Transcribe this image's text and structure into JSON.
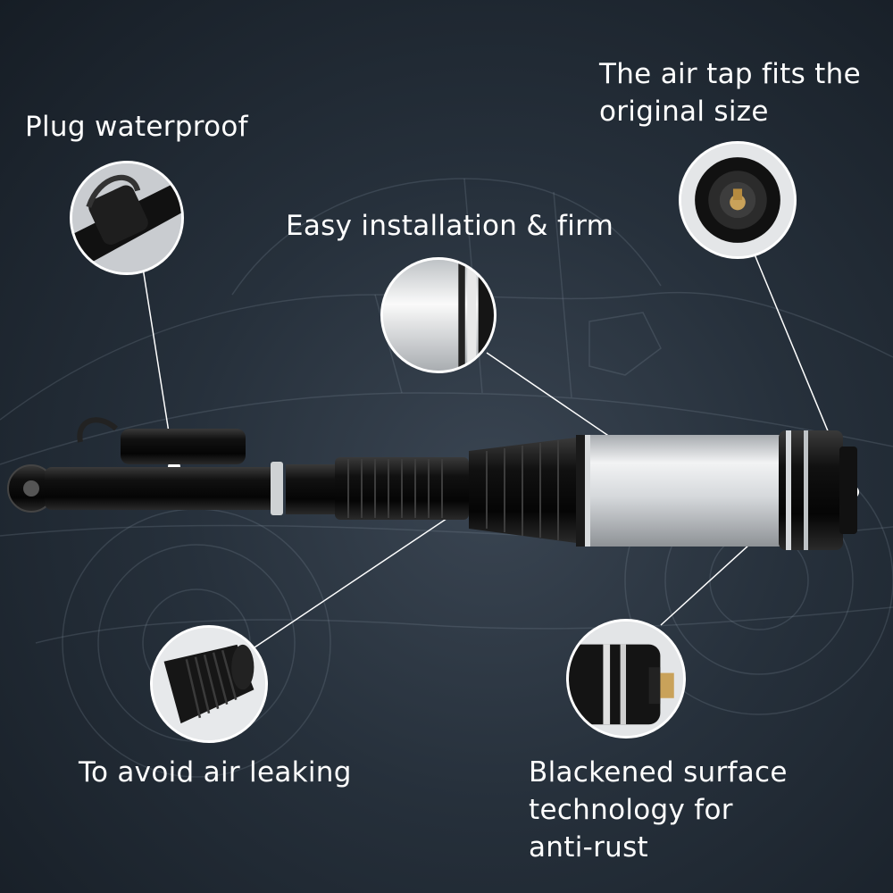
{
  "callouts": {
    "plug_waterproof": "Plug waterproof",
    "air_tap": "The air tap fits the\noriginal size",
    "easy_installation": "Easy installation & firm",
    "air_leaking": "To avoid air leaking",
    "anti_rust": "Blackened surface\ntechnology for\nanti-rust"
  },
  "icons": {
    "plug": "plug-connector-icon",
    "air_tap": "air-valve-icon",
    "sleeve": "aluminum-sleeve-icon",
    "thread": "threaded-fitting-icon",
    "rings": "blackened-ring-icon"
  },
  "colors": {
    "background": "#26303b",
    "text": "#ffffff",
    "callout_line": "#ffffff"
  }
}
